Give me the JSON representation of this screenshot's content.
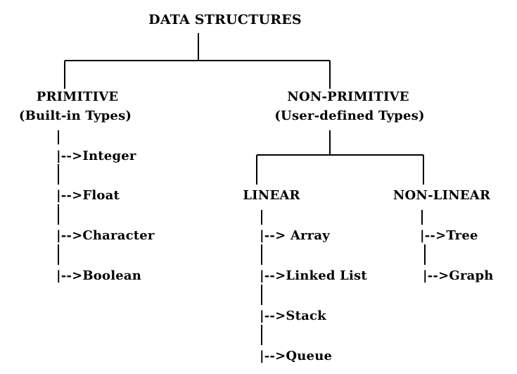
{
  "root": {
    "label": "DATA STRUCTURES"
  },
  "primitive": {
    "label": "PRIMITIVE",
    "sublabel": "(Built-in Types)",
    "items": [
      "|-->Integer",
      "|-->Float",
      "|-->Character",
      "|-->Boolean"
    ]
  },
  "non_primitive": {
    "label": "NON-PRIMITIVE",
    "sublabel": "(User-defined Types)",
    "linear": {
      "label": "LINEAR",
      "items": [
        "|--> Array",
        "|-->Linked List",
        "|-->Stack",
        "|-->Queue"
      ]
    },
    "non_linear": {
      "label": "NON-LINEAR",
      "items": [
        "|-->Tree",
        "|-->Graph"
      ]
    }
  },
  "colors": {
    "ink": "#000000",
    "background": "#ffffff"
  }
}
